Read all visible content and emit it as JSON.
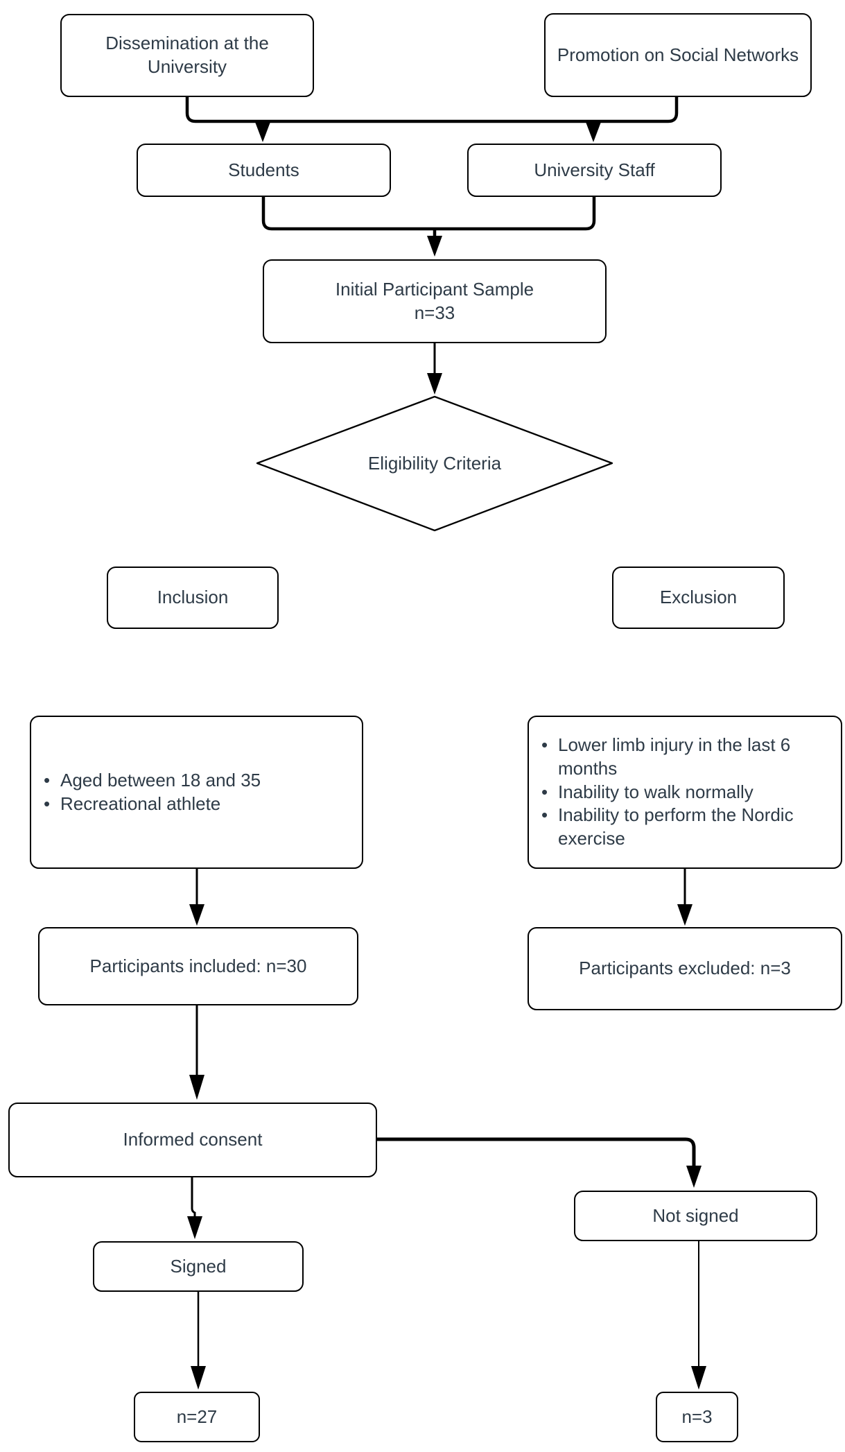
{
  "diagram": {
    "background": "#ffffff",
    "text_color": "#2e3b47",
    "line_color": "#000000",
    "bullet_char": "•",
    "nodes": {
      "dissemination": {
        "label": "Dissemination at the University"
      },
      "promotion": {
        "label": "Promotion on Social Networks"
      },
      "students": {
        "label": "Students"
      },
      "university_staff": {
        "label": "University Staff"
      },
      "initial_sample": {
        "lines": [
          "Initial Participant Sample",
          "n=33"
        ]
      },
      "eligibility": {
        "label": "Eligibility Criteria"
      },
      "inclusion_label": {
        "label": "Inclusion"
      },
      "exclusion_label": {
        "label": "Exclusion"
      },
      "inclusion_criteria": {
        "items": [
          "Aged between 18 and 35",
          "Recreational athlete"
        ]
      },
      "exclusion_criteria": {
        "items": [
          "Lower limb injury in the last 6 months",
          "Inability to walk normally",
          "Inability to perform the Nordic exercise"
        ]
      },
      "participants_included": {
        "label": "Participants included: n=30"
      },
      "participants_excluded": {
        "label": "Participants excluded: n=3"
      },
      "informed_consent": {
        "label": "Informed consent"
      },
      "not_signed": {
        "label": "Not signed"
      },
      "signed": {
        "label": "Signed"
      },
      "n_signed": {
        "label": "n=27"
      },
      "n_not_signed": {
        "label": "n=3"
      }
    }
  }
}
